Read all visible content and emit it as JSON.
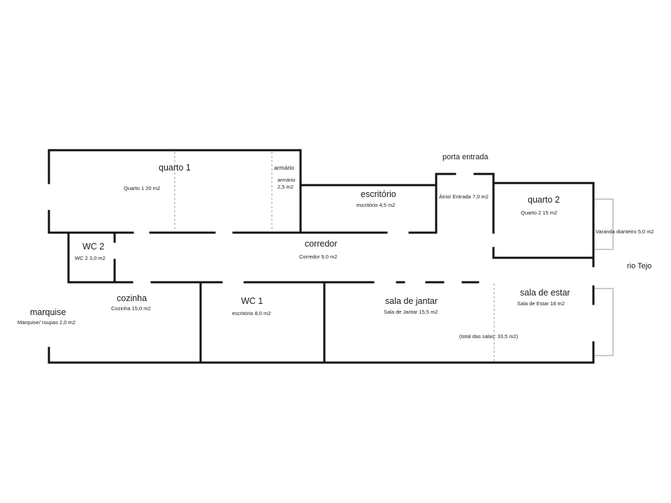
{
  "rooms": {
    "quarto1": {
      "name": "quarto 1",
      "area": "Quarto 1   20 m2"
    },
    "armario": {
      "name": "armário",
      "area_line1": "armário",
      "area_line2": "2,5 m2"
    },
    "escritorio": {
      "name": "escritório",
      "area": "escritório 4,5 m2"
    },
    "porta_entrada": {
      "name": "porta entrada"
    },
    "atrio": {
      "area": "Átrio/ Entrada   7,0 m2"
    },
    "quarto2": {
      "name": "quarto 2",
      "area": "Quarto 2   15 m2"
    },
    "varanda": {
      "area": "Varanda dianteiro   5,0 m2"
    },
    "rio_tejo": {
      "name": "rio Tejo"
    },
    "wc2": {
      "name": "WC 2",
      "area": "WC 2   3,0 m2"
    },
    "corredor": {
      "name": "corredor",
      "area": "Corredor   9,0 m2"
    },
    "cozinha": {
      "name": "cozinha",
      "area": "Cozinha 15,0 m2"
    },
    "marquise": {
      "name": "marquise",
      "area": "Marquise/ roupas   2,0 m2"
    },
    "wc1": {
      "name": "WC 1",
      "area": "escritório 8,0 m2"
    },
    "sala_jantar": {
      "name": "sala de jantar",
      "area": "Sala de Jantar 15,5 m2"
    },
    "sala_estar": {
      "name": "sala de estar",
      "area": "Sala de Estar 18 m2"
    },
    "total_salas": {
      "area": "(total das salas: 33,5 m2)"
    }
  },
  "colors": {
    "wall": "#111111",
    "dashed": "#9a9a9a",
    "balcony": "#b8b8b8"
  }
}
